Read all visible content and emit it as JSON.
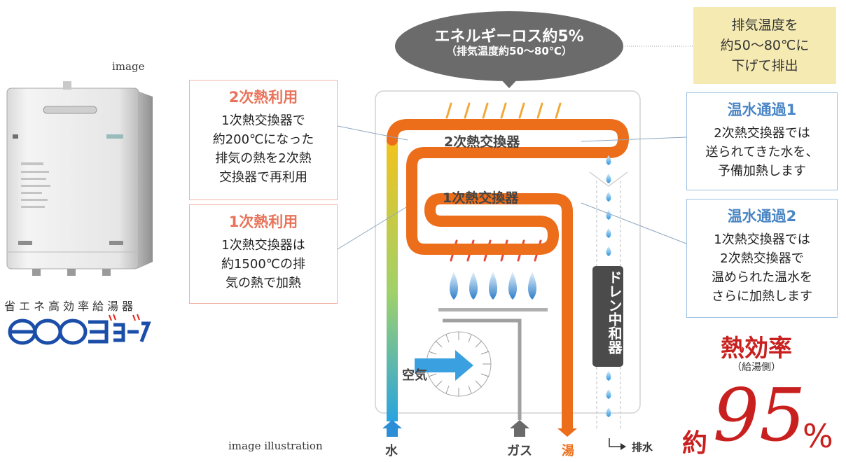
{
  "product": {
    "image_caption": "image",
    "category_label": "省エネ高効率給湯器",
    "logo_text": "ecoジョーズ"
  },
  "bubble": {
    "title": "エネルギーロス約5%",
    "subtitle": "（排気温度約50～80℃）"
  },
  "exhaust_note": [
    "排気温度を",
    "約50～80℃に",
    "下げて排出"
  ],
  "left_boxes": [
    {
      "title": "2次熱利用",
      "lines": [
        "1次熱交換器で",
        "約200℃になった",
        "排気の熱を2次熱",
        "交換器で再利用"
      ]
    },
    {
      "title": "1次熱利用",
      "lines": [
        "1次熱交換器は",
        "約1500℃の排",
        "気の熱で加熱"
      ]
    }
  ],
  "right_boxes": [
    {
      "title": "温水通過1",
      "lines": [
        "2次熱交換器では",
        "送られてきた水を、",
        "予備加熱します"
      ]
    },
    {
      "title": "温水通過2",
      "lines": [
        "1次熱交換器では",
        "2次熱交換器で",
        "温められた温水を",
        "さらに加熱します"
      ]
    }
  ],
  "diagram": {
    "hx2_label": "2次熱交換器",
    "hx1_label": "1次熱交換器",
    "drain_label": "ドレン中和器",
    "air_label": "空気",
    "water_label": "水",
    "gas_label": "ガス",
    "hot_label": "湯",
    "drain_out_label": "排水",
    "illustration_caption": "image illustration"
  },
  "efficiency": {
    "title": "熱効率",
    "subtitle": "（給湯側）",
    "prefix": "約",
    "value": "95",
    "unit": "%"
  },
  "colors": {
    "pipe_orange": "#ec6d1a",
    "water_blue": "#3c9be0",
    "accent_red": "#c8201e",
    "bubble_gray": "#6b6b6b",
    "note_yellow": "#f5eab2"
  }
}
